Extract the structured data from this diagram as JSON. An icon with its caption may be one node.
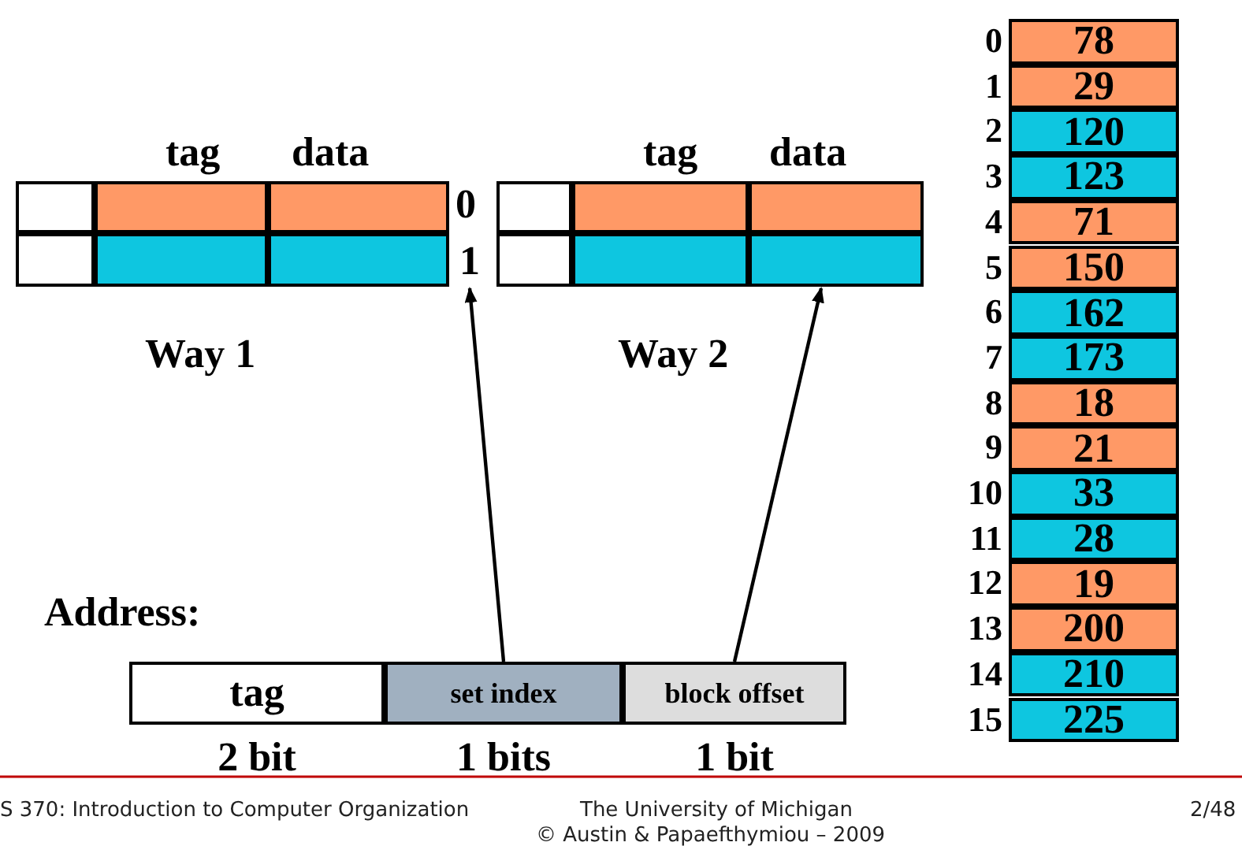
{
  "diagram": {
    "nodes": [
      {
        "text": [],
        "shape": "box"
      },
      {
        "text": [],
        "shape": "box"
      },
      {
        "text": [],
        "shape": "box"
      },
      {
        "text": [],
        "shape": "box"
      },
      {
        "text": [],
        "shape": "box"
      },
      {
        "text": [],
        "shape": "box"
      },
      {
        "text": [],
        "shape": "box"
      },
      {
        "text": [],
        "shape": "box"
      },
      {
        "text": [],
        "shape": "box"
      },
      {
        "text": [],
        "shape": "box"
      },
      {
        "text": [],
        "shape": "box"
      },
      {
        "text": [],
        "shape": "box"
      },
      {
        "text": [
          "1"
        ]
      },
      {
        "text": [
          "tag"
        ],
        "beside": [
          "2 bit"
        ]
      },
      {
        "text": [
          "set index"
        ],
        "beside": [
          "1 bits"
        ]
      },
      {
        "text": [
          "block offset"
        ],
        "beside": [
          "1 bit"
        ]
      },
      {
        "text": [
          "78"
        ],
        "beside": [
          "0"
        ]
      },
      {
        "text": [
          "29"
        ],
        "beside": [
          "1"
        ]
      },
      {
        "text": [
          "120"
        ],
        "beside": [
          "2"
        ]
      },
      {
        "text": [
          "123"
        ],
        "beside": [
          "3"
        ]
      },
      {
        "text": [
          "71"
        ],
        "beside": [
          "4"
        ]
      },
      {
        "text": [
          "150"
        ],
        "beside": [
          "5"
        ]
      },
      {
        "text": [
          "162"
        ],
        "beside": [
          "6"
        ]
      },
      {
        "text": [
          "173"
        ],
        "beside": [
          "7"
        ]
      },
      {
        "text": [
          "18"
        ],
        "beside": [
          "8"
        ]
      },
      {
        "text": [
          "21"
        ],
        "beside": [
          "9"
        ]
      },
      {
        "text": [
          "33"
        ],
        "beside": [
          "10"
        ]
      },
      {
        "text": [
          "28"
        ],
        "beside": [
          "11"
        ]
      },
      {
        "text": [
          "19"
        ],
        "beside": [
          "12"
        ]
      },
      {
        "text": [
          "200"
        ],
        "beside": [
          "13"
        ]
      },
      {
        "text": [
          "210"
        ],
        "beside": [
          "14"
        ]
      },
      {
        "text": [
          "225"
        ],
        "beside": [
          "15"
        ]
      }
    ],
    "edges": [
      {
        "from": 14,
        "to": 12,
        "arrow": "to"
      },
      {
        "from": 15,
        "to": 11,
        "arrow": "to"
      }
    ],
    "labels": [
      "tag",
      "data",
      "tag",
      "data",
      "0",
      "Way 1",
      "Way 2",
      "Address:",
      "S 370: Introduction to Computer Organization",
      "The University of Michigan",
      "© Austin & Papaefthymiou – 2009",
      "2/48"
    ]
  }
}
